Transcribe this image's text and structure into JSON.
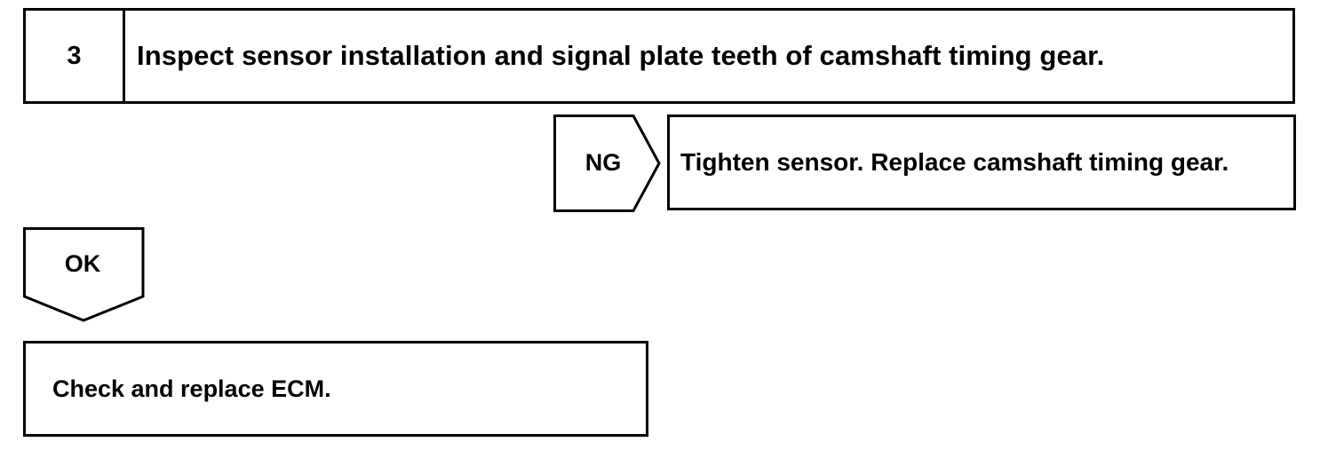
{
  "step": {
    "number": "3",
    "title": "Inspect sensor installation and signal plate teeth of camshaft timing gear."
  },
  "ng_branch": {
    "label": "NG",
    "action": "Tighten sensor. Replace camshaft timing gear."
  },
  "ok_branch": {
    "label": "OK",
    "action": "Check and replace ECM."
  }
}
